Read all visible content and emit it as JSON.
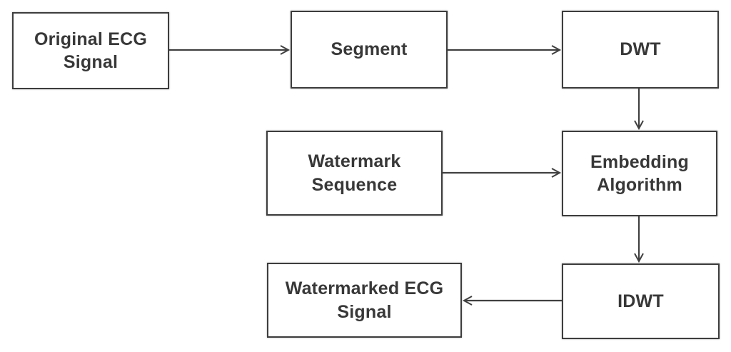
{
  "diagram": {
    "type": "flowchart",
    "boxes": [
      {
        "id": "original-ecg-signal",
        "label": "Original ECG\nSignal"
      },
      {
        "id": "segment",
        "label": "Segment"
      },
      {
        "id": "dwt",
        "label": "DWT"
      },
      {
        "id": "watermark-sequence",
        "label": "Watermark\nSequence"
      },
      {
        "id": "embedding-algorithm",
        "label": "Embedding\nAlgorithm"
      },
      {
        "id": "watermarked-ecg-signal",
        "label": "Watermarked ECG\nSignal"
      },
      {
        "id": "idwt",
        "label": "IDWT"
      }
    ],
    "connections": [
      {
        "from": "Original ECG Signal",
        "to": "Segment"
      },
      {
        "from": "Segment",
        "to": "DWT"
      },
      {
        "from": "DWT",
        "to": "Embedding Algorithm"
      },
      {
        "from": "Watermark Sequence",
        "to": "Embedding Algorithm"
      },
      {
        "from": "Embedding Algorithm",
        "to": "IDWT"
      },
      {
        "from": "IDWT",
        "to": "Watermarked ECG Signal"
      }
    ],
    "colors": {
      "background": "#ffffff",
      "box_fill": "#ffffff",
      "box_border": "#3d3d3d",
      "text": "#383838",
      "arrow": "#404040"
    }
  }
}
